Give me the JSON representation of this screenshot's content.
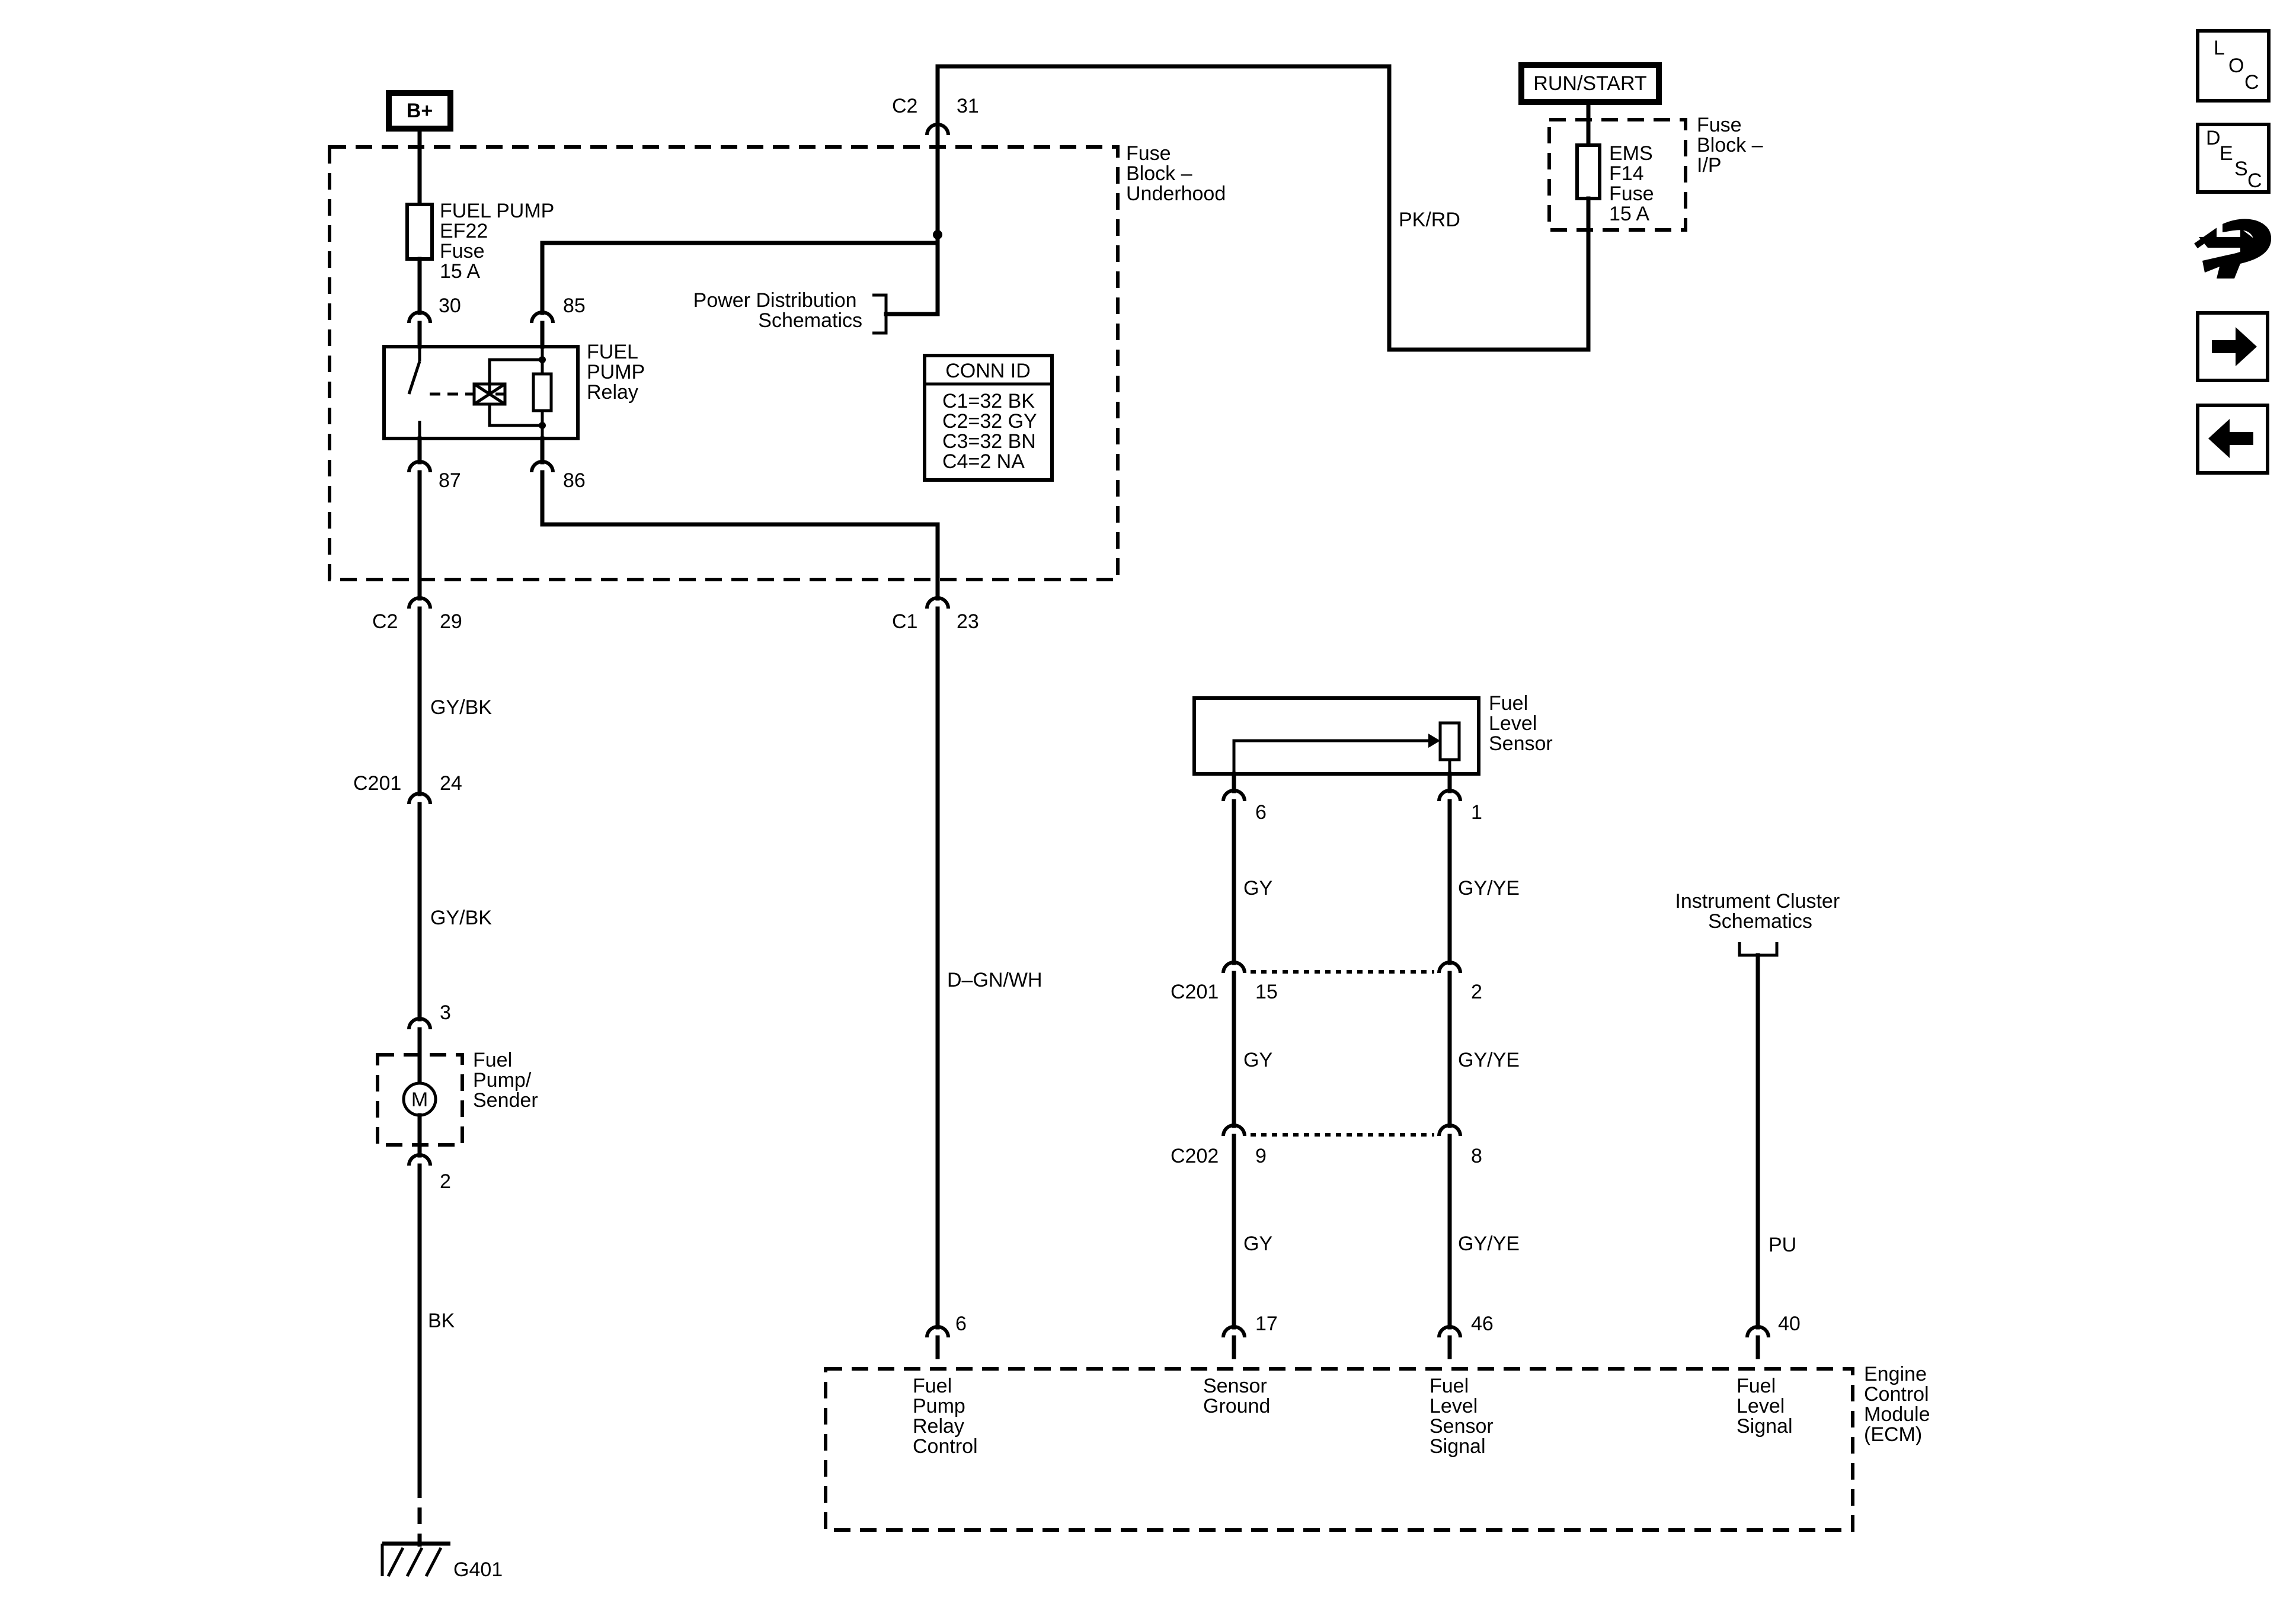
{
  "diagram": {
    "power": {
      "bplus": "B+",
      "run_start": "RUN/START"
    },
    "fuse_blocks": {
      "underhood": [
        "Fuse",
        "Block –",
        "Underhood"
      ],
      "ip": [
        "Fuse",
        "Block –",
        "I/P"
      ]
    },
    "fuses": {
      "fuel_pump": [
        "FUEL PUMP",
        "EF22",
        "Fuse",
        "15 A"
      ],
      "ems": [
        "EMS",
        "F14",
        "Fuse",
        "15 A"
      ]
    },
    "relay": {
      "label": [
        "FUEL",
        "PUMP",
        "Relay"
      ],
      "pins": {
        "p30": "30",
        "p85": "85",
        "p87": "87",
        "p86": "86"
      }
    },
    "power_distribution": [
      "Power Distribution",
      "Schematics"
    ],
    "conn_id": {
      "title": "CONN ID",
      "rows": [
        "C1=32 BK",
        "C2=32 GY",
        "C3=32 BN",
        "C4=2 NA"
      ]
    },
    "connectors": {
      "top_c2": {
        "name": "C2",
        "pin": "31"
      },
      "c2_29": {
        "name": "C2",
        "pin": "29"
      },
      "c1_23": {
        "name": "C1",
        "pin": "23"
      },
      "c201_24": {
        "name": "C201",
        "pin": "24"
      },
      "pump_top": {
        "pin": "3"
      },
      "pump_bottom": {
        "pin": "2"
      },
      "sensor_left": {
        "pin": "6"
      },
      "sensor_right": {
        "pin": "1"
      },
      "c201_15": {
        "name": "C201",
        "pin": "15"
      },
      "c201_2": {
        "pin": "2"
      },
      "c202_9": {
        "name": "C202",
        "pin": "9"
      },
      "c202_8": {
        "pin": "8"
      },
      "ecm_6": {
        "pin": "6"
      },
      "ecm_17": {
        "pin": "17"
      },
      "ecm_46": {
        "pin": "46"
      },
      "ecm_40": {
        "pin": "40"
      }
    },
    "wires": {
      "pk_rd": "PK/RD",
      "gy_bk_1": "GY/BK",
      "gy_bk_2": "GY/BK",
      "bk": "BK",
      "d_gn_wh": "D–GN/WH",
      "gy_1": "GY",
      "gy_2": "GY",
      "gy_3": "GY",
      "gy_ye_1": "GY/YE",
      "gy_ye_2": "GY/YE",
      "gy_ye_3": "GY/YE",
      "pu": "PU"
    },
    "fuel_pump_sender": {
      "label": [
        "Fuel",
        "Pump/",
        "Sender"
      ],
      "motor": "M"
    },
    "fuel_level_sensor": [
      "Fuel",
      "Level",
      "Sensor"
    ],
    "instrument_cluster": [
      "Instrument Cluster",
      "Schematics"
    ],
    "ground": "G401",
    "ecm": {
      "label": [
        "Engine",
        "Control",
        "Module",
        "(ECM)"
      ],
      "terminals": {
        "relay_control": [
          "Fuel",
          "Pump",
          "Relay",
          "Control"
        ],
        "sensor_ground": [
          "Sensor",
          "Ground"
        ],
        "level_sensor_signal": [
          "Fuel",
          "Level",
          "Sensor",
          "Signal"
        ],
        "level_signal": [
          "Fuel",
          "Level",
          "Signal"
        ]
      }
    }
  },
  "navigation": {
    "loc": {
      "l": "L",
      "o": "O",
      "c": "C"
    },
    "desc": {
      "d": "D",
      "e": "E",
      "s": "S",
      "c": "C"
    },
    "icons": [
      "connector-icon",
      "arrow-right-icon",
      "arrow-left-icon"
    ]
  }
}
